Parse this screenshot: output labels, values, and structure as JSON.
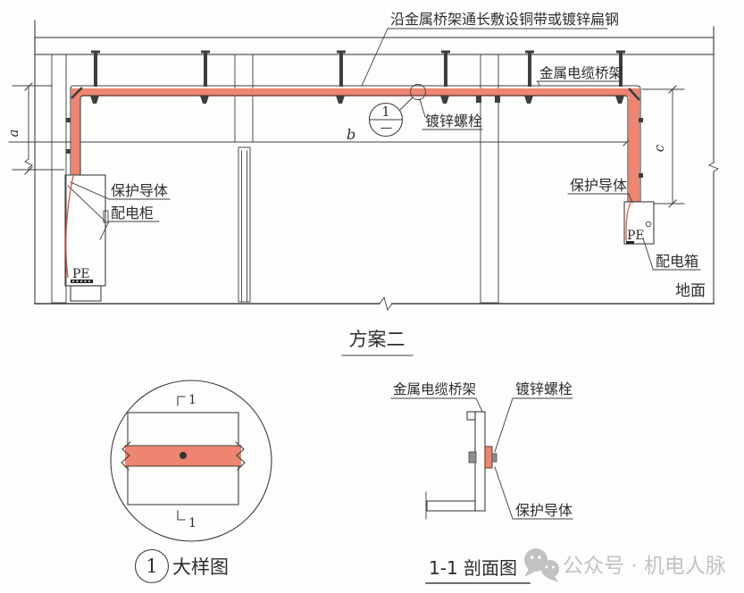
{
  "colors": {
    "accent": "#ee8570",
    "wire": "#e0503a",
    "line": "#3e3e3e",
    "watermark": "#c2c2c2"
  },
  "main": {
    "top_note": "沿金属桥架通长敷设铜带或镀锌扁钢",
    "tray_label": "金属电缆桥架",
    "bolt_label": "镀锌螺栓",
    "detail_ref_number": "1",
    "left": {
      "conductor_label": "保护导体",
      "cabinet_label": "配电柜",
      "pe_label": "PE"
    },
    "right": {
      "conductor_label": "保护导体",
      "box_label": "配电箱",
      "pe_label": "PE"
    },
    "ground_label": "地面",
    "dims": {
      "a": "a",
      "b": "b",
      "c": "c"
    },
    "caption": "方案二"
  },
  "detail": {
    "cut_mark_top": "1",
    "cut_mark_bottom": "1",
    "callout_number": "1",
    "caption": "大样图"
  },
  "section": {
    "tray_label": "金属电缆桥架",
    "bolt_label": "镀锌螺栓",
    "conductor_label": "保护导体",
    "caption": "1-1 剖面图"
  },
  "watermark": {
    "text": "公众号 · 机电人脉"
  }
}
